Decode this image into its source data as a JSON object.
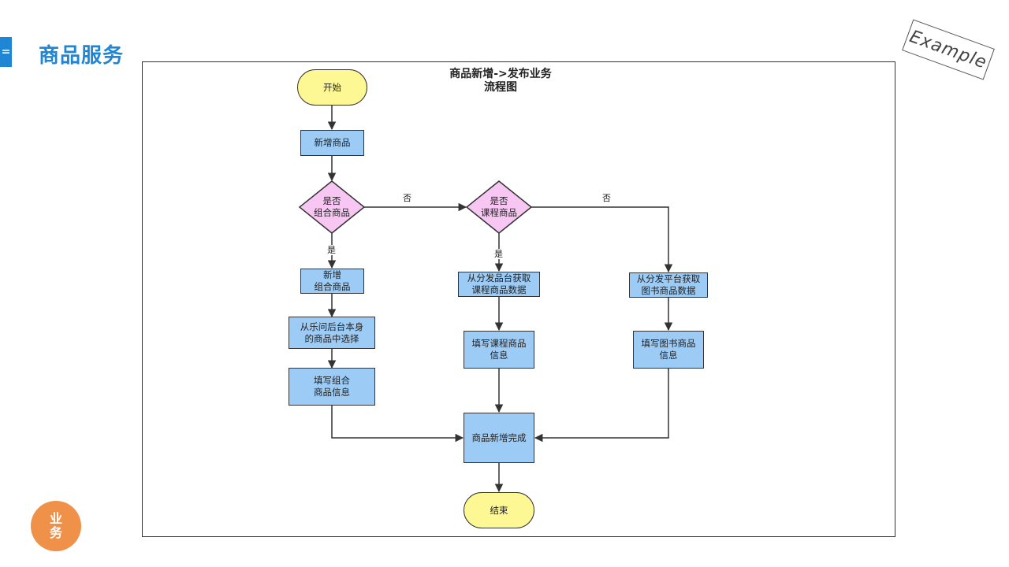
{
  "page": {
    "section_title": "商品服务",
    "stamp_text": "Example",
    "side_badge": "业务",
    "accent_color": "#1f86d6",
    "badge_color": "#f0914a"
  },
  "diagram": {
    "title_line1": "商品新增->发布业务",
    "title_line2": "流程图",
    "nodes": {
      "start": "开始",
      "add_product": "新增商品",
      "is_bundle": "是否\n组合商品",
      "add_bundle": "新增\n组合商品",
      "select_own": "从乐问后台本身\n的商品中选择",
      "fill_bundle": "填写组合\n商品信息",
      "is_course": "是否\n课程商品",
      "fetch_course": "从分发品台获取\n课程商品数据",
      "fill_course": "填写课程商品\n信息",
      "fetch_book": "从分发平台获取\n图书商品数据",
      "fill_book": "填写图书商品\n信息",
      "done": "商品新增完成",
      "end": "结束"
    },
    "edge_labels": {
      "bundle_no": "否",
      "bundle_yes": "是",
      "course_yes": "是",
      "course_no": "否"
    },
    "colors": {
      "process_fill": "#9ccbf5",
      "terminal_fill": "#fdf794",
      "decision_fill": "#f7c6f2",
      "line": "#333333"
    }
  }
}
